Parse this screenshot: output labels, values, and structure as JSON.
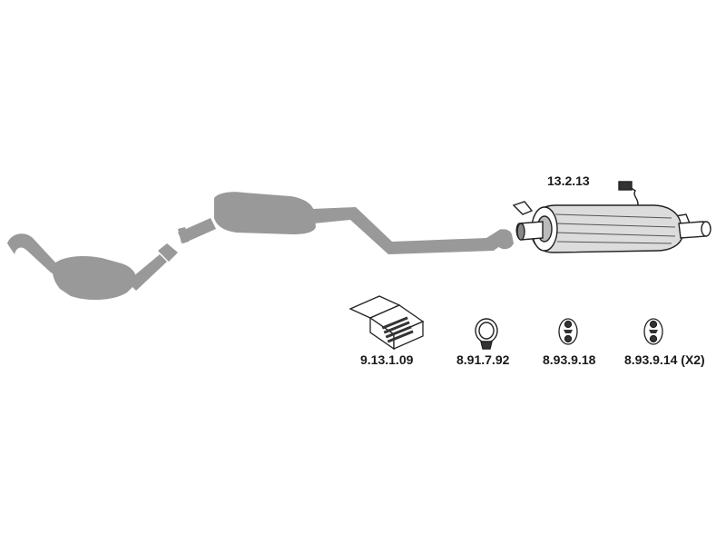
{
  "parts": {
    "rear_muffler": {
      "number": "13.2.13"
    },
    "mounting_kit": {
      "number": "9.13.1.09"
    },
    "clamp": {
      "number": "8.91.7.92"
    },
    "rubber_hanger_a": {
      "number": "8.93.9.18"
    },
    "rubber_hanger_b": {
      "number": "8.93.9.14 (X2)"
    }
  },
  "colors": {
    "ghost_part": "#999999",
    "outline": "#222222",
    "muffler_shade": "#dcdcdc"
  }
}
